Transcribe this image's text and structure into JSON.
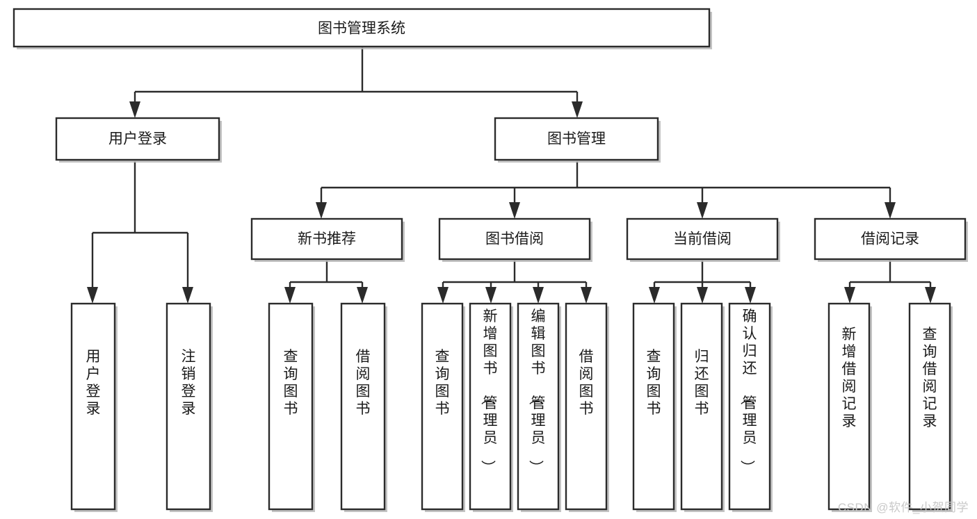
{
  "diagram": {
    "title": "图书管理系统",
    "type": "tree",
    "watermark": "CSDN @软件_小贺同学",
    "colors": {
      "stroke": "#2b2b2b",
      "fill": "#ffffff",
      "text": "#1a1a1a",
      "shadow": "#b9b9b9",
      "watermark": "#c9c9c9"
    },
    "root": {
      "label": "图书管理系统"
    },
    "level1": [
      {
        "label": "用户登录"
      },
      {
        "label": "图书管理"
      }
    ],
    "level2": [
      {
        "label": "新书推荐"
      },
      {
        "label": "图书借阅"
      },
      {
        "label": "当前借阅"
      },
      {
        "label": "借阅记录"
      }
    ],
    "leaves": {
      "user_login": [
        {
          "label": "用户登录"
        },
        {
          "label": "注销登录"
        }
      ],
      "new_book_recommend": [
        {
          "label": "查询图书"
        },
        {
          "label": "借阅图书"
        }
      ],
      "book_borrow": [
        {
          "label": "查询图书"
        },
        {
          "label": "新增图书（管理员）"
        },
        {
          "label": "编辑图书（管理员）"
        },
        {
          "label": "借阅图书"
        }
      ],
      "current_borrow": [
        {
          "label": "查询图书"
        },
        {
          "label": "归还图书"
        },
        {
          "label": "确认归还（管理员）"
        }
      ],
      "borrow_record": [
        {
          "label": "新增借阅记录"
        },
        {
          "label": "查询借阅记录"
        }
      ]
    }
  }
}
